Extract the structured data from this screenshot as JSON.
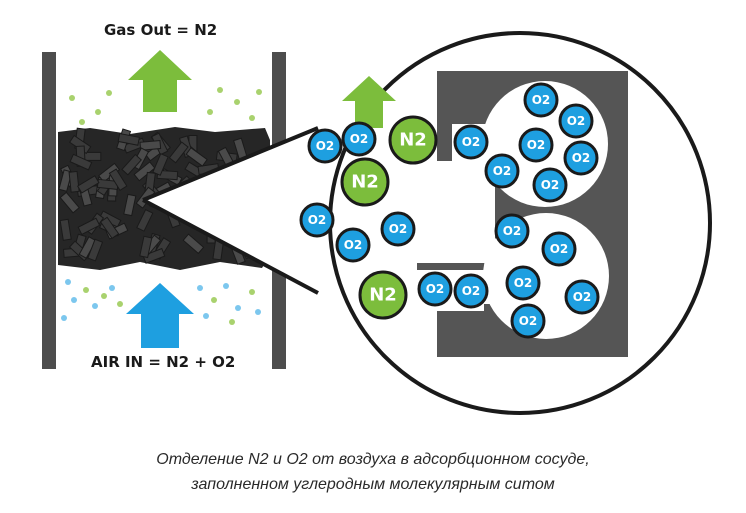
{
  "labels": {
    "gas_out": "Gas Out = N2",
    "air_in": "AIR IN = N2 + O2"
  },
  "molecules": {
    "o2": "O2",
    "n2": "N2"
  },
  "caption": {
    "line1": "Отделение N2 и O2 от воздуха в адсорбционном сосуде,",
    "line2": "заполненном углеродным молекулярным ситом"
  },
  "colors": {
    "o2_fill": "#1e9fe0",
    "n2_fill": "#7cbd3c",
    "arrow_out": "#7cbd3c",
    "arrow_in": "#1e9fe0",
    "wall": "#4d4d4d",
    "sieve": "#555555",
    "bed": "#2e2e2e"
  }
}
